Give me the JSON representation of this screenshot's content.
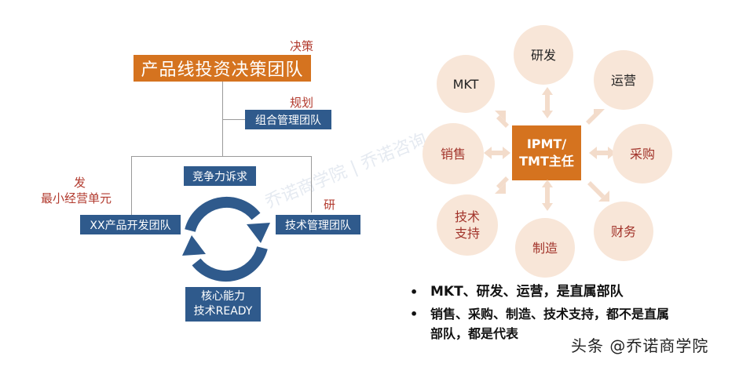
{
  "left_diagram": {
    "top_box": "产品线投资决策团队",
    "top_role": "决策",
    "portfolio_box": "组合管理团队",
    "portfolio_role": "规划",
    "dev_role_line1": "发",
    "dev_role_line2": "最小经营单元",
    "dev_box": "XX产品开发团队",
    "tech_role": "研",
    "tech_box": "技术管理团队",
    "cycle_top_label": "竞争力诉求",
    "cycle_bottom_line1": "核心能力",
    "cycle_bottom_line2": "技术READY",
    "watermark": "乔诺商学院 | 乔诺咨询"
  },
  "right_diagram": {
    "center_line1": "IPMT/",
    "center_line2": "TMT主任",
    "nodes": [
      {
        "label": "研发",
        "type": "direct"
      },
      {
        "label": "运营",
        "type": "direct"
      },
      {
        "label": "采购",
        "type": "representative"
      },
      {
        "label": "财务",
        "type": "representative"
      },
      {
        "label": "制造",
        "type": "representative"
      },
      {
        "label": "技术\n支持",
        "type": "representative"
      },
      {
        "label": "销售",
        "type": "representative"
      },
      {
        "label": "MKT",
        "type": "direct"
      }
    ],
    "node_labels": {
      "rd": "研发",
      "ops": "运营",
      "purchase": "采购",
      "finance": "财务",
      "manufacturing": "制造",
      "tech_support_1": "技术",
      "tech_support_2": "支持",
      "sales": "销售",
      "mkt": "MKT"
    }
  },
  "bullets": {
    "marker": "•",
    "item1": "MKT、研发、运营，是直属部队",
    "item2_line1": "销售、采购、制造、技术支持，都不是直属",
    "item2_line2": "部队，都是代表"
  },
  "footer": "头条 @乔诺商学院",
  "colors": {
    "orange": "#d5731f",
    "blue": "#2f5a8c",
    "red_text": "#b23a2e",
    "circle_fill": "#f8e6d8",
    "arrow_fill": "#f3dccb"
  }
}
